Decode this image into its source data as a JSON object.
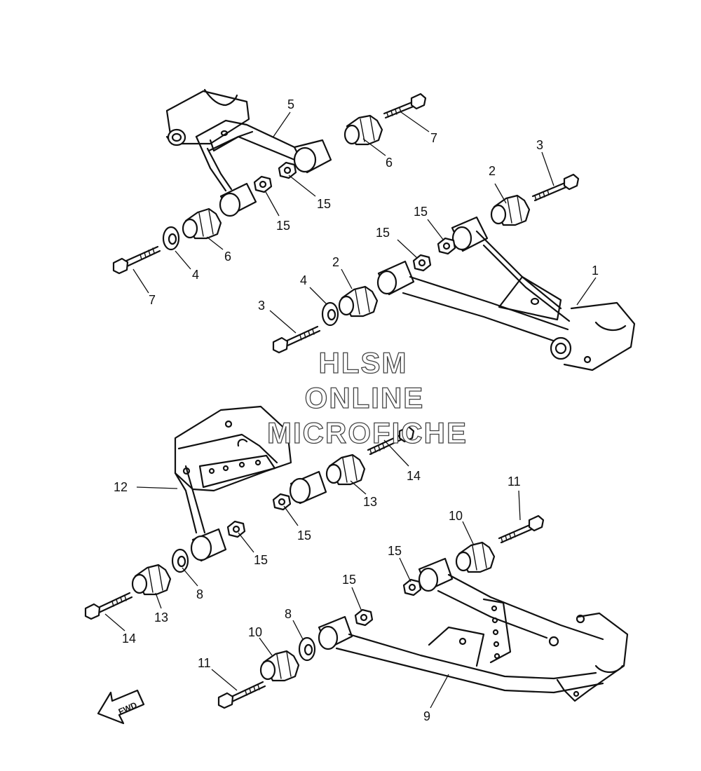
{
  "watermark": {
    "line1": "HLSM",
    "line2": "ONLINE",
    "line3": "MICROFICHE"
  },
  "fwd_label": "FWD",
  "callouts": {
    "c1": "1",
    "c2a": "2",
    "c2b": "2",
    "c3a": "3",
    "c3b": "3",
    "c4a": "4",
    "c4b": "4",
    "c5": "5",
    "c6a": "6",
    "c6b": "6",
    "c7a": "7",
    "c7b": "7",
    "c8a": "8",
    "c8b": "8",
    "c9": "9",
    "c10a": "10",
    "c10b": "10",
    "c11a": "11",
    "c11b": "11",
    "c12": "12",
    "c13a": "13",
    "c13b": "13",
    "c14a": "14",
    "c14b": "14",
    "c15a": "15",
    "c15b": "15",
    "c15c": "15",
    "c15d": "15",
    "c15e": "15",
    "c15f": "15",
    "c15g": "15",
    "c15h": "15"
  }
}
